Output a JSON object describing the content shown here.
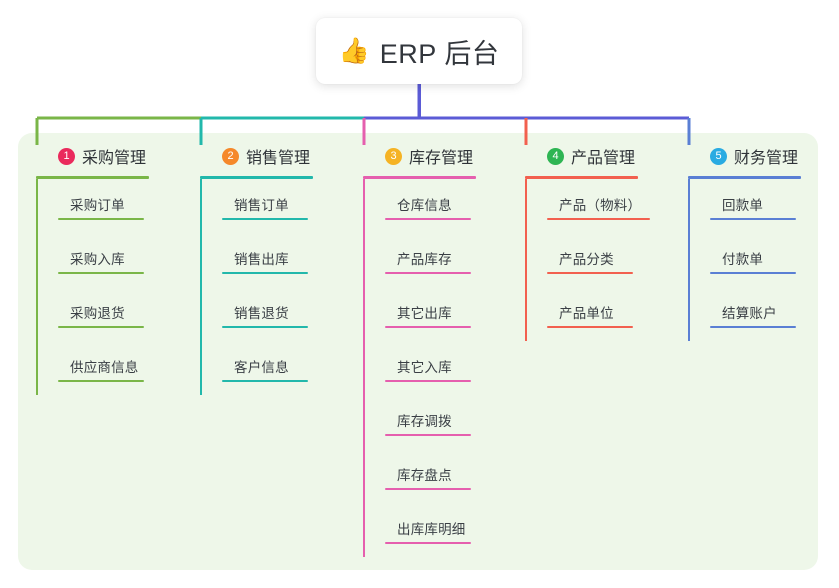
{
  "root": {
    "icon": "thumbs-up-icon",
    "icon_glyph": "👍",
    "title": "ERP 后台"
  },
  "theme": {
    "page_background": "#ffffff",
    "panel_background": "#eef7e9",
    "text_color": "#2f3338",
    "root_connector": "#5b5bd6"
  },
  "columns": [
    {
      "number": "1",
      "title": "采购管理",
      "badge_color": "#ea2a5c",
      "line_color": "#7ab648",
      "items": [
        {
          "label": "采购订单"
        },
        {
          "label": "采购入库"
        },
        {
          "label": "采购退货"
        },
        {
          "label": "供应商信息"
        }
      ]
    },
    {
      "number": "2",
      "title": "销售管理",
      "badge_color": "#f5882a",
      "line_color": "#22b8ab",
      "items": [
        {
          "label": "销售订单"
        },
        {
          "label": "销售出库"
        },
        {
          "label": "销售退货"
        },
        {
          "label": "客户信息"
        }
      ]
    },
    {
      "number": "3",
      "title": "库存管理",
      "badge_color": "#f5b324",
      "line_color": "#e55fae",
      "items": [
        {
          "label": "仓库信息"
        },
        {
          "label": "产品库存"
        },
        {
          "label": "其它出库"
        },
        {
          "label": "其它入库"
        },
        {
          "label": "库存调拨"
        },
        {
          "label": "库存盘点"
        },
        {
          "label": "出库库明细"
        }
      ]
    },
    {
      "number": "4",
      "title": "产品管理",
      "badge_color": "#2eb553",
      "line_color": "#f2604f",
      "items": [
        {
          "label": "产品（物料）",
          "wide": true
        },
        {
          "label": "产品分类"
        },
        {
          "label": "产品单位"
        }
      ]
    },
    {
      "number": "5",
      "title": "财务管理",
      "badge_color": "#29abe2",
      "line_color": "#5a7fd4",
      "items": [
        {
          "label": "回款单"
        },
        {
          "label": "付款单"
        },
        {
          "label": "结算账户"
        }
      ]
    }
  ]
}
